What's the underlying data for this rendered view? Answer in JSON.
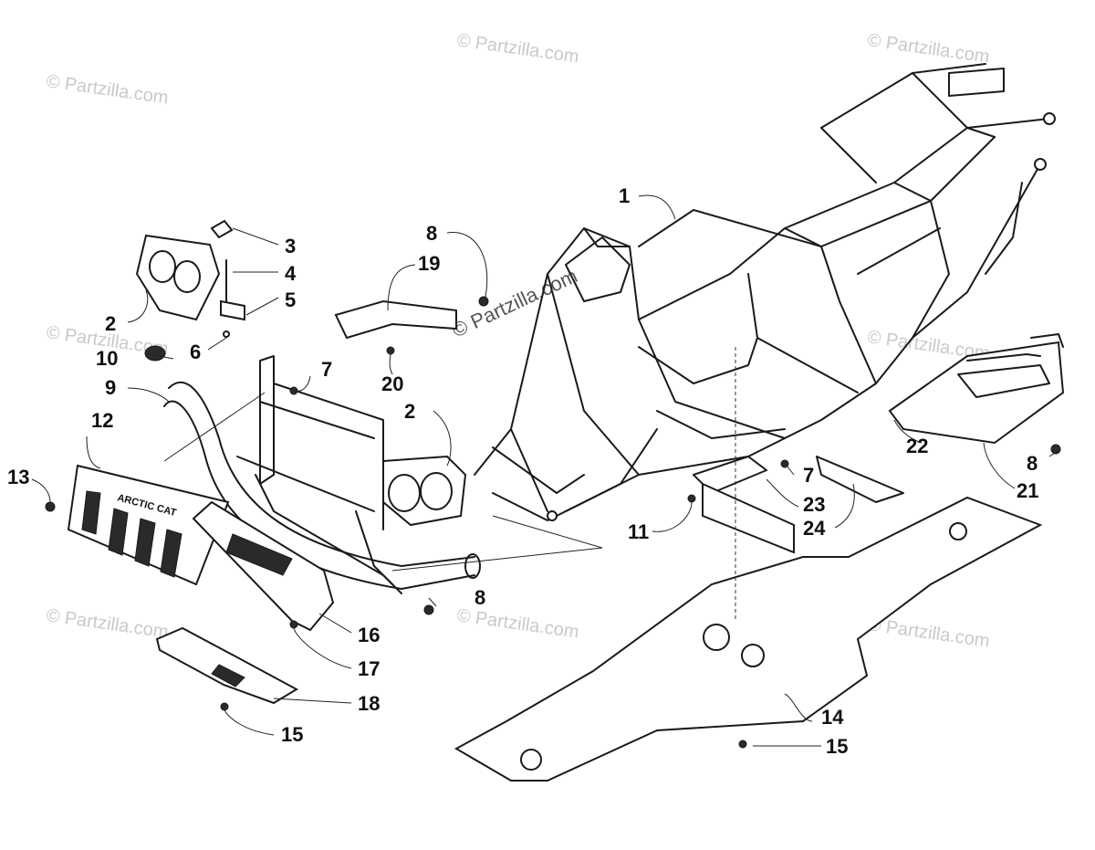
{
  "watermark": "© Partzilla.com",
  "callouts": {
    "c1": "1",
    "c2a": "2",
    "c2b": "2",
    "c3": "3",
    "c4": "4",
    "c5": "5",
    "c6": "6",
    "c7a": "7",
    "c7b": "7",
    "c8a": "8",
    "c8b": "8",
    "c8c": "8",
    "c9": "9",
    "c10": "10",
    "c11": "11",
    "c12": "12",
    "c13": "13",
    "c14": "14",
    "c15a": "15",
    "c15b": "15",
    "c16": "16",
    "c17": "17",
    "c18": "18",
    "c19": "19",
    "c20": "20",
    "c21": "21",
    "c22": "22",
    "c23": "23",
    "c24": "24"
  },
  "bumper_logo": "ARCTIC CAT"
}
